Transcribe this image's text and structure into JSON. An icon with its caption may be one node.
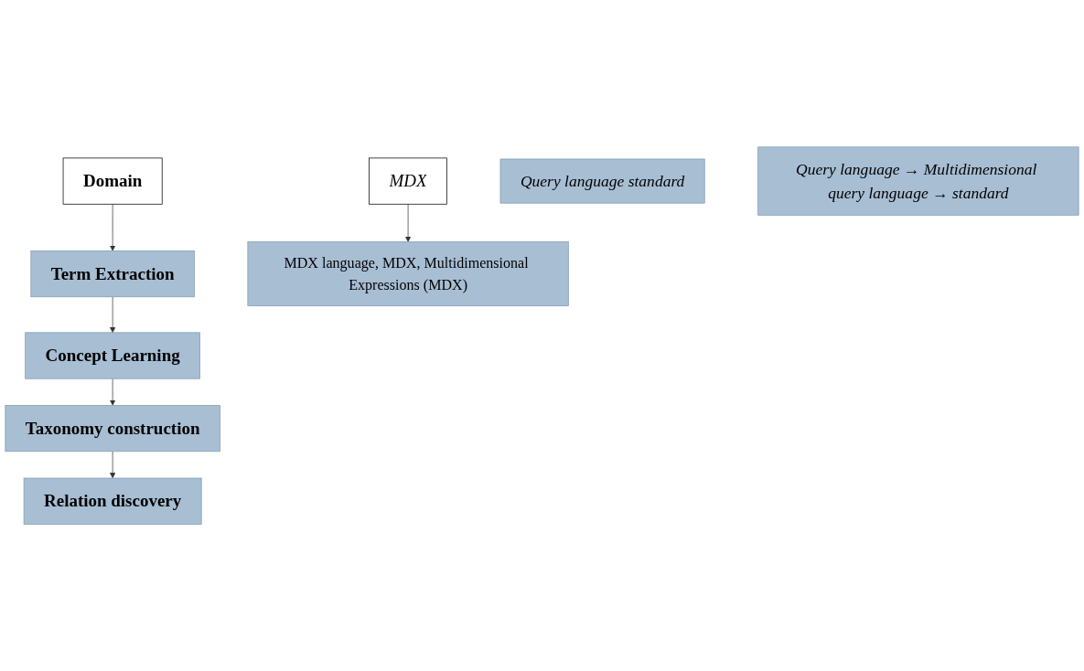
{
  "diagram": {
    "nodes": [
      {
        "text": [
          "Domain"
        ]
      },
      {
        "text": [
          "Term Extraction"
        ]
      },
      {
        "text": [
          "Concept Learning"
        ]
      },
      {
        "text": [
          "Taxonomy construction"
        ]
      },
      {
        "text": [
          "Relation discovery"
        ]
      },
      {
        "text": [
          "MDX"
        ]
      },
      {
        "text": [
          "MDX language, MDX, Multidimensional Expressions (MDX)"
        ]
      },
      {
        "text": [
          "Query language standard"
        ]
      },
      {
        "text": [
          "Query language → Multidimensional query language → standard"
        ]
      }
    ],
    "edges": [
      {
        "from": 0,
        "to": 1,
        "arrow": "to"
      },
      {
        "from": 1,
        "to": 2,
        "arrow": "to"
      },
      {
        "from": 2,
        "to": 3,
        "arrow": "to"
      },
      {
        "from": 3,
        "to": 4,
        "arrow": "to"
      },
      {
        "from": 5,
        "to": 6,
        "arrow": "to"
      }
    ]
  }
}
